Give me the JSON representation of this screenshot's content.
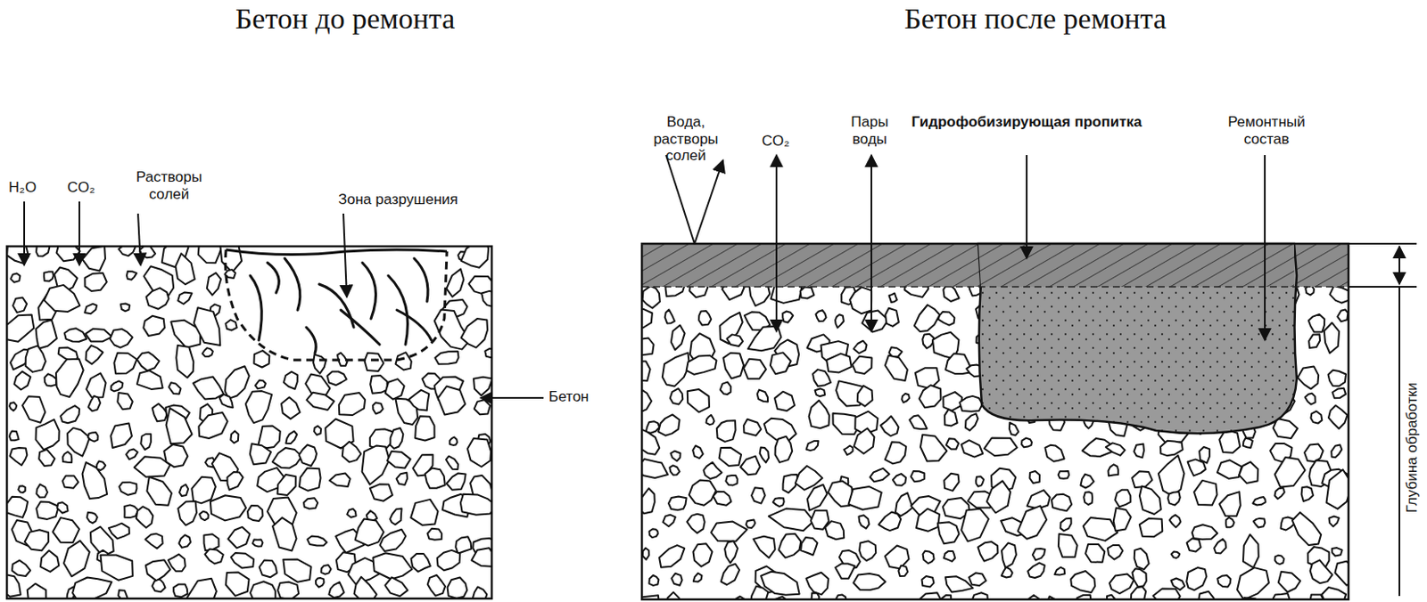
{
  "diagram": {
    "labels": [
      "Бетон до ремонта",
      "Бетон после ремонта",
      "H₂O",
      "CO₂",
      "Растворы солей",
      "Зона разрушения",
      "Бетон",
      "Вода, растворы солей",
      "CO₂",
      "Пары воды",
      "Гидрофобизирующая пропитка",
      "Ремонтный состав",
      "Глубина обработки"
    ]
  }
}
